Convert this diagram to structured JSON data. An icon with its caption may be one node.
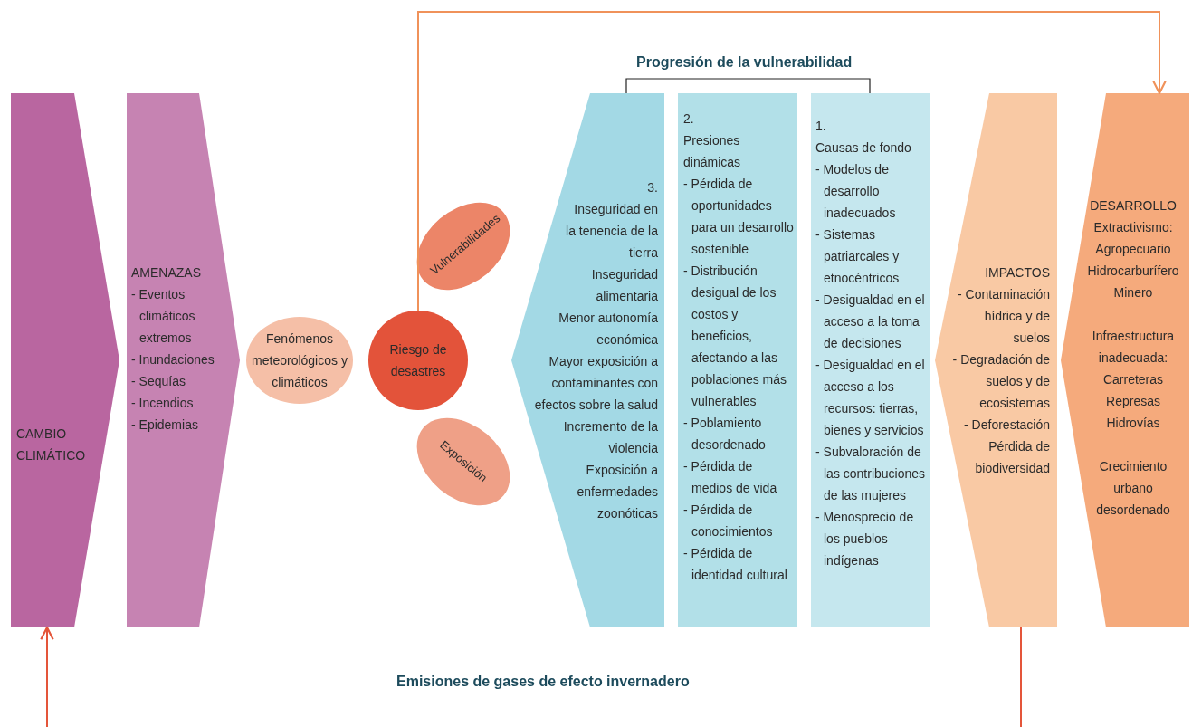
{
  "diagram": {
    "nodes": [
      {
        "text": [
          "CAMBIO CLIMÁTICO"
        ]
      },
      {
        "text": [
          "AMENAZAS",
          "- Eventos climáticos extremos",
          "- Inundaciones",
          "- Sequías",
          "- Incendios",
          "- Epidemias"
        ]
      },
      {
        "text": [
          "Fenómenos meteorológicos y climáticos"
        ]
      },
      {
        "text": [
          "Riesgo de desastres"
        ]
      },
      {
        "text": [
          "Vulnerabilidades"
        ]
      },
      {
        "text": [
          "Exposición"
        ]
      },
      {
        "text": [
          "3.",
          "Inseguridad en la tenencia de la tierra",
          "Inseguridad alimentaria",
          "Menor autonomía económica",
          "Mayor exposición a contaminantes con efectos sobre la salud",
          "Incremento de la violencia",
          "Exposición a enfermedades zoonóticas"
        ]
      },
      {
        "text": [
          "2.",
          "Presiones dinámicas",
          "- Pérdida de oportunidades para un desarrollo sostenible",
          "- Distribución desigual de los costos y beneficios, afectando a las poblaciones más vulnerables",
          "- Poblamiento desordenado",
          "- Pérdida de medios de vida",
          "- Pérdida de conocimientos",
          "- Pérdida de identidad cultural"
        ]
      },
      {
        "text": [
          "1.",
          "Causas de fondo",
          "- Modelos de desarrollo inadecuados",
          "- Sistemas patriarcales y etnocéntricos",
          "- Desigualdad en el acceso a la toma de decisiones",
          "- Desigualdad en el acceso a los recursos: tierras, bienes y servicios",
          "- Subvaloración de las contribuciones de las mujeres",
          "- Menosprecio de los pueblos indígenas"
        ]
      },
      {
        "text": [
          "IMPACTOS",
          "- Contaminación hídrica y de suelos",
          "- Degradación de suelos y de ecosistemas",
          "- Deforestación",
          "Pérdida de biodiversidad"
        ]
      },
      {
        "text": [
          "DESARROLLO",
          "Extractivismo:",
          "Agropecuario",
          "Hidrocarburífero",
          "Minero",
          "Infraestructura inadecuada:",
          "Carreteras",
          "Represas",
          "Hidrovías",
          "Crecimiento urbano desordenado"
        ]
      }
    ],
    "edges": [
      {
        "from": 3,
        "to": 10,
        "arrow": "to",
        "color": "#f0925a"
      },
      {
        "from": null,
        "to": 0,
        "arrow": "to",
        "color": "#e4553a"
      },
      {
        "from": 9,
        "to": null,
        "arrow": "none",
        "color": "#e4553a"
      }
    ],
    "labels": [
      "Progresión de la vulnerabilidad",
      "Emisiones de gases de efecto invernadero"
    ]
  }
}
